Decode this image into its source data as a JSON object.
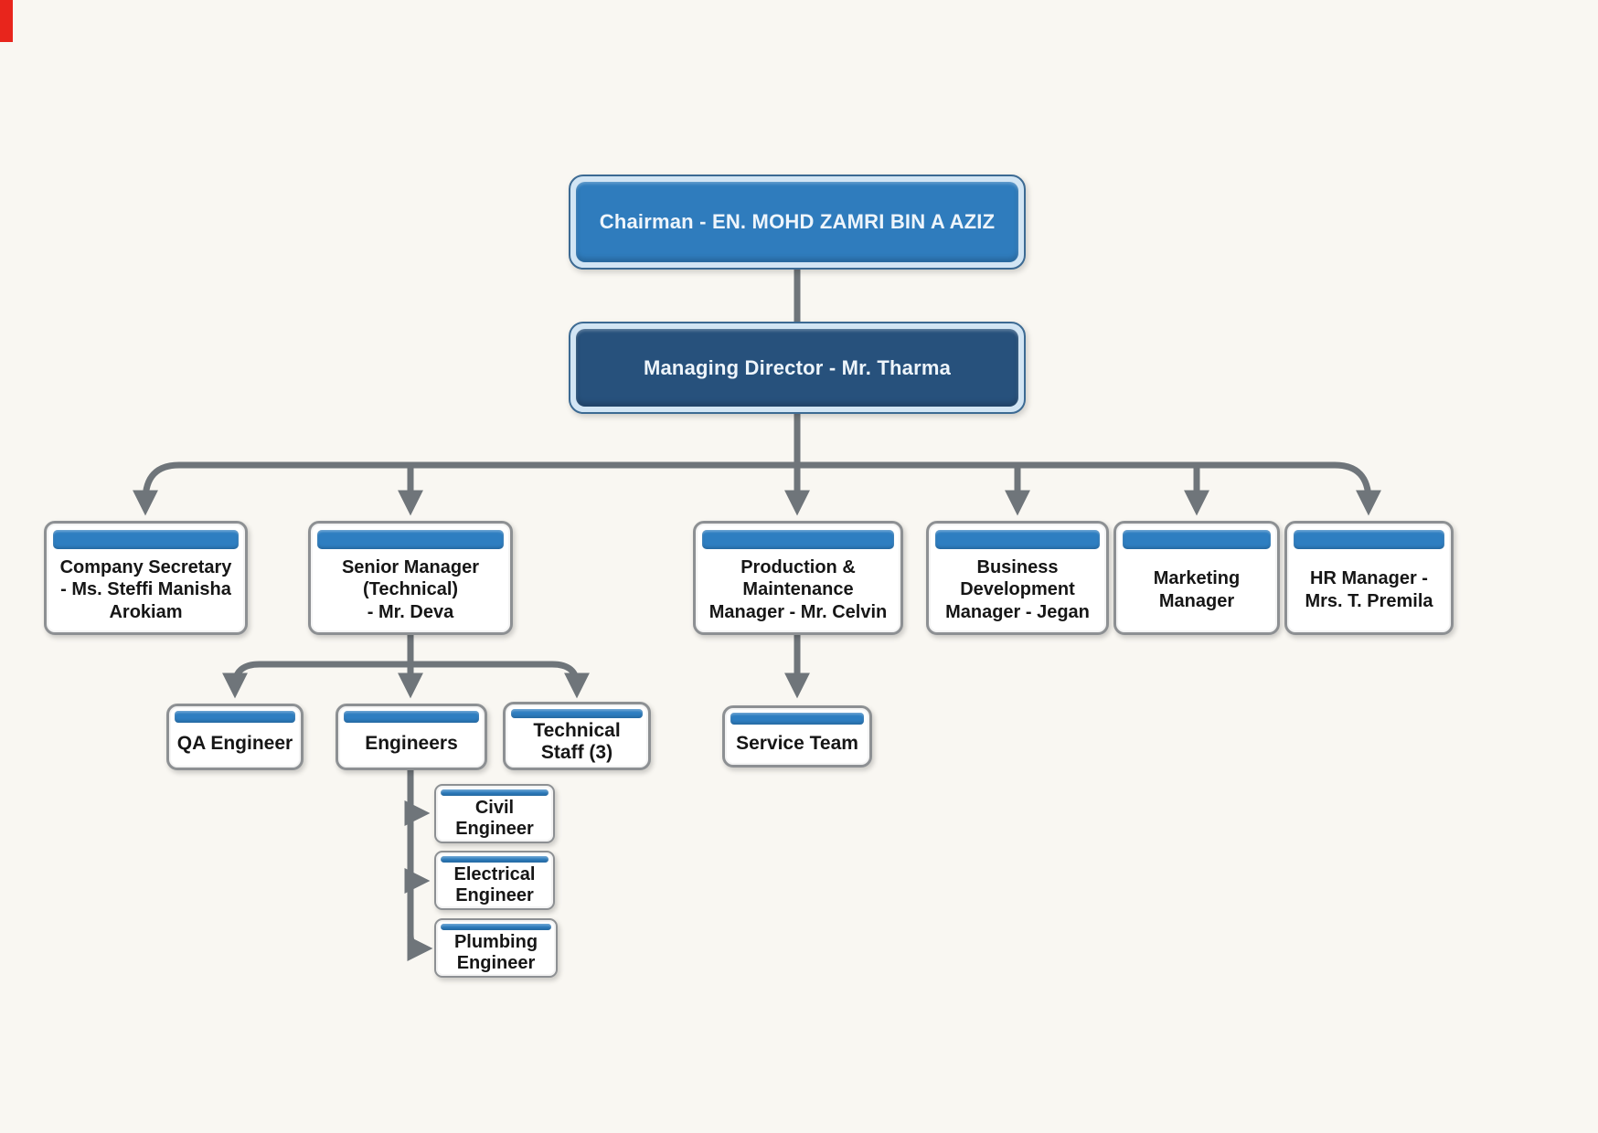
{
  "colors": {
    "bg": "#f9f7f2",
    "accent-blue": "#2e7ec1",
    "chairman-blue": "#2f7cbd",
    "dark-blue": "#27517c",
    "ring-light": "#d2e5f4",
    "line-gray": "#6f757a",
    "card-border": "#8d9093",
    "text-dark": "#161616",
    "text-light": "#eef5fb",
    "artifact-red": "#e8251c"
  },
  "nodes": {
    "chairman": {
      "label": "Chairman - EN. MOHD ZAMRI BIN A AZIZ"
    },
    "managing_director": {
      "label": "Managing Director - Mr. Tharma"
    },
    "company_secretary": {
      "label": "Company Secretary\n- Ms. Steffi Manisha\nArokiam"
    },
    "senior_manager_technical": {
      "label": "Senior Manager\n(Technical)\n- Mr. Deva"
    },
    "production_maintenance_manager": {
      "label": "Production &\nMaintenance\nManager - Mr. Celvin"
    },
    "business_development_manager": {
      "label": "Business\nDevelopment\nManager - Jegan"
    },
    "marketing_manager": {
      "label": "Marketing\nManager"
    },
    "hr_manager": {
      "label": "HR Manager -\nMrs. T. Premila"
    },
    "qa_engineer": {
      "label": "QA Engineer"
    },
    "engineers": {
      "label": "Engineers"
    },
    "technical_staff": {
      "label": "Technical\nStaff (3)"
    },
    "civil_engineer": {
      "label": "Civil\nEngineer"
    },
    "electrical_engineer": {
      "label": "Electrical\nEngineer"
    },
    "plumbing_engineer": {
      "label": "Plumbing\nEngineer"
    },
    "service_team": {
      "label": "Service Team"
    }
  }
}
